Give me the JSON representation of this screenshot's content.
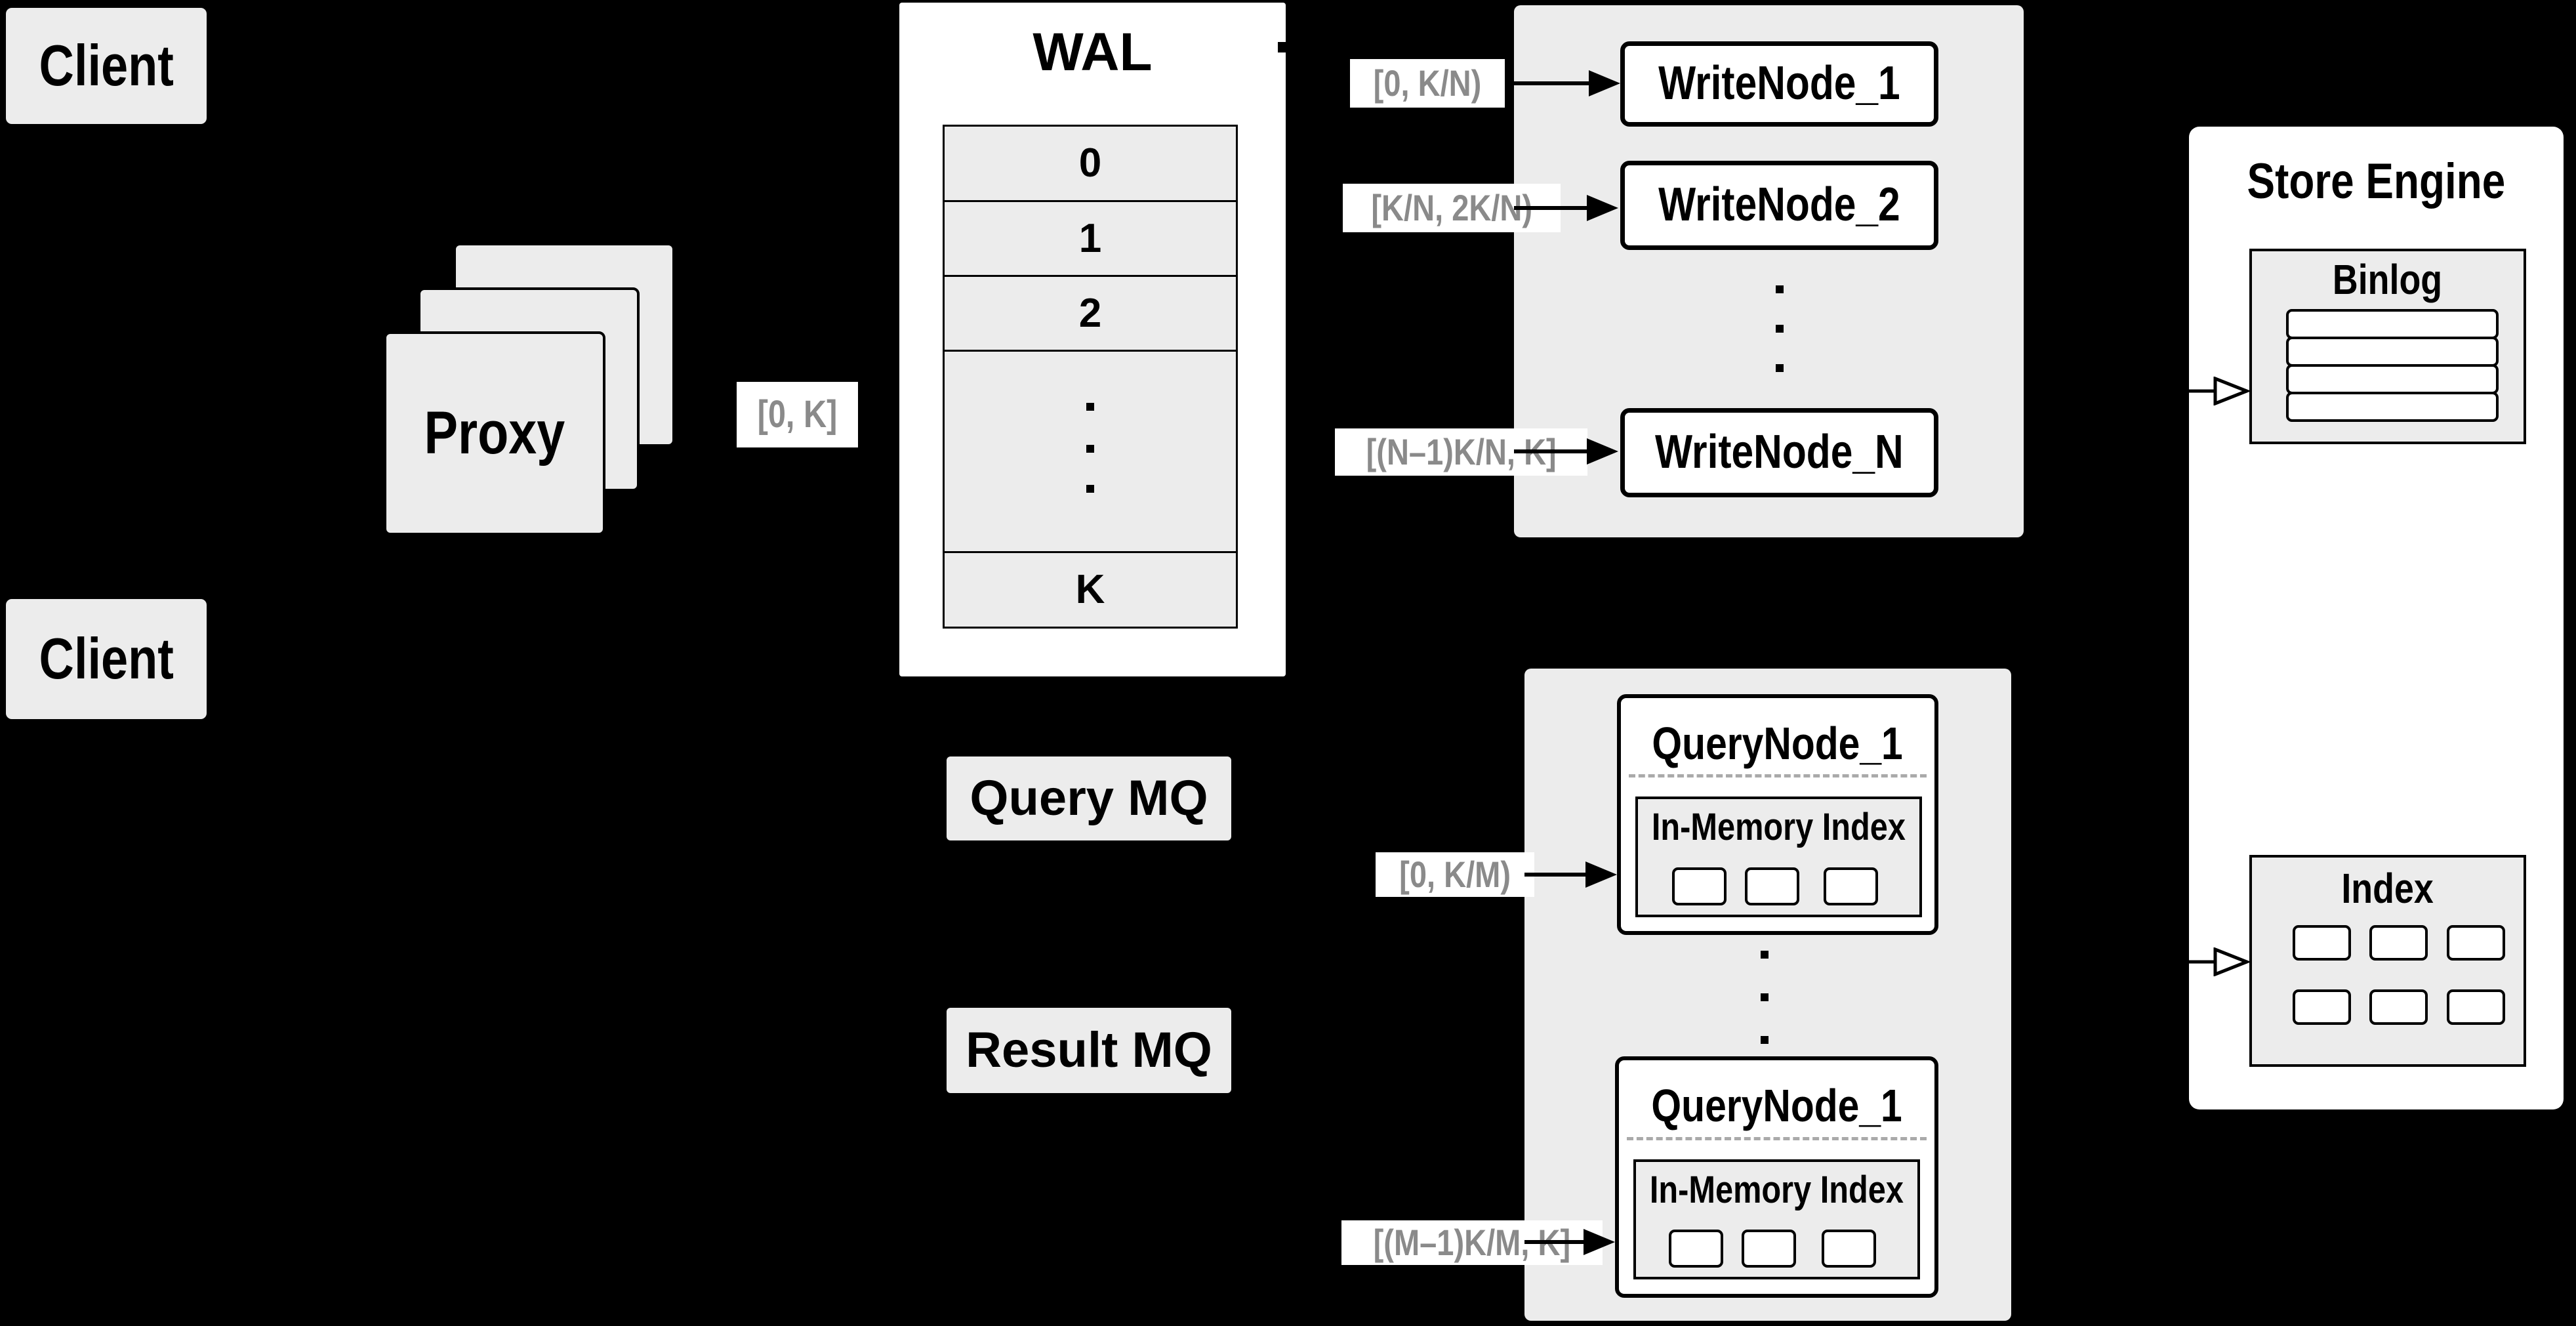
{
  "colors": {
    "background": "#000000",
    "box_gray": "#ececec",
    "box_white": "#ffffff",
    "border": "#000000",
    "range_label_text": "#8a8a8a",
    "dashed_divider": "#aaaaaa"
  },
  "clients": [
    "Client",
    "Client"
  ],
  "proxy": {
    "label": "Proxy"
  },
  "wal": {
    "title": "WAL",
    "rows": [
      "0",
      "1",
      "2"
    ],
    "k_row": "K"
  },
  "range_labels": {
    "proxy_wal": "[0, K]",
    "write_1": "[0, K/N)",
    "write_2": "[K/N, 2K/N)",
    "write_n": "[(N–1)K/N, K]",
    "query_1": "[0, K/M)",
    "query_m": "[(M–1)K/M, K]"
  },
  "write_nodes": {
    "nodes": [
      "WriteNode_1",
      "WriteNode_2",
      "WriteNode_N"
    ]
  },
  "message_queues": {
    "query": "Query MQ",
    "result": "Result MQ"
  },
  "query_nodes": {
    "node_top": "QueryNode_1",
    "node_bottom": "QueryNode_1",
    "in_memory_label_top": "In-Memory Index",
    "in_memory_label_bottom": "In-Memory Index"
  },
  "store_engine": {
    "title": "Store Engine",
    "binlog_title": "Binlog",
    "index_title": "Index"
  }
}
